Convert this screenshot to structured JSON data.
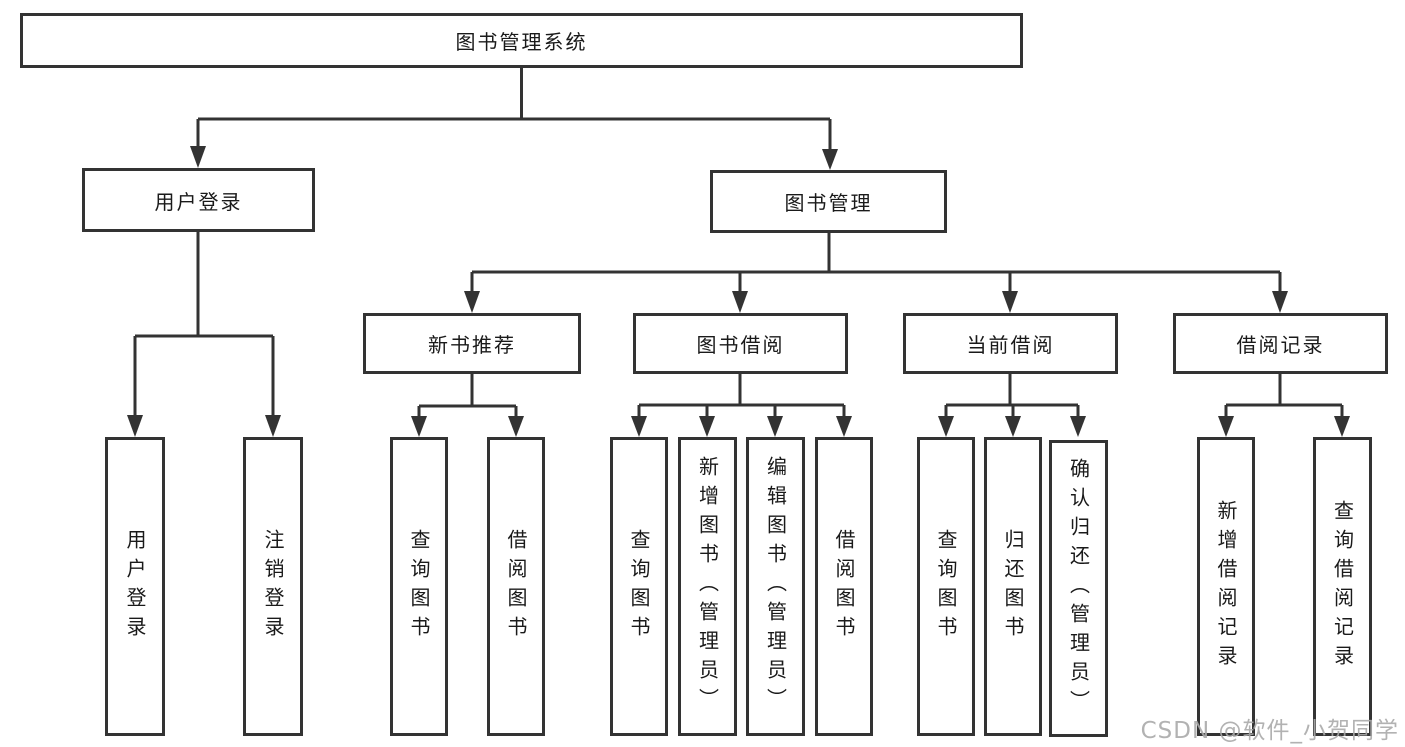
{
  "tree": {
    "label": "图书管理系统",
    "children": [
      {
        "label": "用户登录",
        "children": [
          {
            "label": "用户登录"
          },
          {
            "label": "注销登录"
          }
        ]
      },
      {
        "label": "图书管理",
        "children": [
          {
            "label": "新书推荐",
            "children": [
              {
                "label": "查询图书"
              },
              {
                "label": "借阅图书"
              }
            ]
          },
          {
            "label": "图书借阅",
            "children": [
              {
                "label": "查询图书"
              },
              {
                "label": "新增图书（管理员）"
              },
              {
                "label": "编辑图书（管理员）"
              },
              {
                "label": "借阅图书"
              }
            ]
          },
          {
            "label": "当前借阅",
            "children": [
              {
                "label": "查询图书"
              },
              {
                "label": "归还图书"
              },
              {
                "label": "确认归还（管理员）"
              }
            ]
          },
          {
            "label": "借阅记录",
            "children": [
              {
                "label": "新增借阅记录"
              },
              {
                "label": "查询借阅记录"
              }
            ]
          }
        ]
      }
    ]
  },
  "watermark": "CSDN @软件_小贺同学",
  "colors": {
    "line": "#333333",
    "text": "#1a1a1a",
    "background": "#ffffff",
    "watermark": "#aaaaaa"
  }
}
